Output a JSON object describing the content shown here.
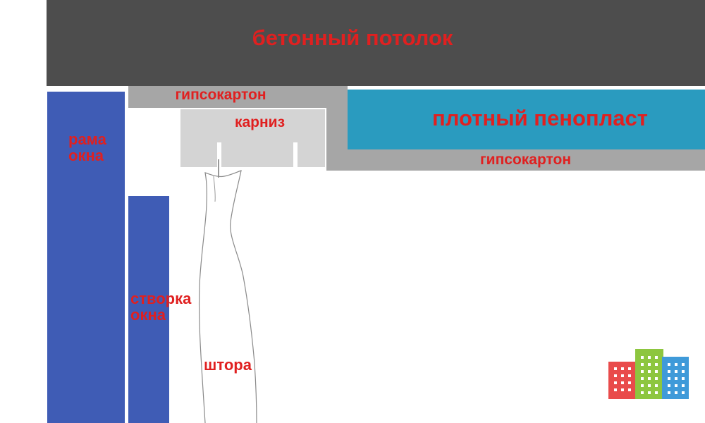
{
  "diagram": {
    "labels": {
      "ceiling": "бетонный потолок",
      "drywall_top": "гипсокартон",
      "cornice": "карниз",
      "foam": "плотный пенопласт",
      "drywall_right": "гипсокартон",
      "window_frame": "рама\nокна",
      "window_sash": "створка\nокна",
      "curtain": "штора"
    }
  },
  "logo": {
    "icon": "buildings-logo-icon",
    "colors": [
      "#e94b4b",
      "#8dc63f",
      "#3f9ad9"
    ]
  },
  "colors": {
    "ceiling": "#4d4d4d",
    "drywall": "#a6a6a6",
    "foam": "#2a9bbf",
    "cornice": "#d4d4d4",
    "window": "#3f5cb5",
    "label": "#e02020"
  }
}
